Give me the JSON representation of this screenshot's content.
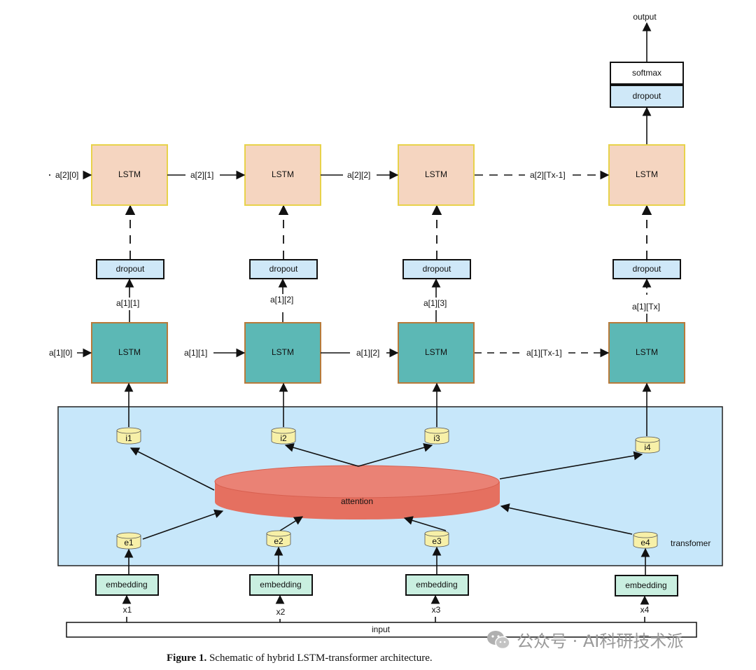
{
  "labels": {
    "output": "output",
    "softmax": "softmax",
    "dropout": "dropout",
    "lstm": "LSTM",
    "embedding": "embedding",
    "input": "input",
    "attention": "attention",
    "transformer": "transfomer"
  },
  "top_layer_states": [
    "a[2][0]",
    "a[2][1]",
    "a[2][2]",
    "a[2][Tx-1]"
  ],
  "mid_outputs": [
    "a[1][1]",
    "a[1][2]",
    "a[1][3]",
    "a[1][Tx]"
  ],
  "bottom_layer_states": [
    "a[1][0]",
    "a[1][1]",
    "a[1][2]",
    "a[1][Tx-1]"
  ],
  "tokens_i": [
    "i1",
    "i2",
    "i3",
    "i4"
  ],
  "tokens_e": [
    "e1",
    "e2",
    "e3",
    "e4"
  ],
  "inputs_x": [
    "x1",
    "x2",
    "x3",
    "x4"
  ],
  "caption": {
    "figure_label": "Figure 1.",
    "text": "Schematic of hybrid LSTM-transformer architecture."
  },
  "watermark": "公众号 · AI科研技术派",
  "colors": {
    "lstm_top_fill": "#f5d5c0",
    "lstm_top_stroke": "#e8d24a",
    "lstm_bottom_fill": "#5cb8b5",
    "lstm_bottom_stroke": "#b87a3a",
    "dropout_fill": "#cfe8f8",
    "embedding_fill": "#c9efe0",
    "transformer_fill": "#c7e7fa",
    "token_fill": "#f7f0a8",
    "attention_fill": "#e57060",
    "attention_top": "#ea8275"
  }
}
